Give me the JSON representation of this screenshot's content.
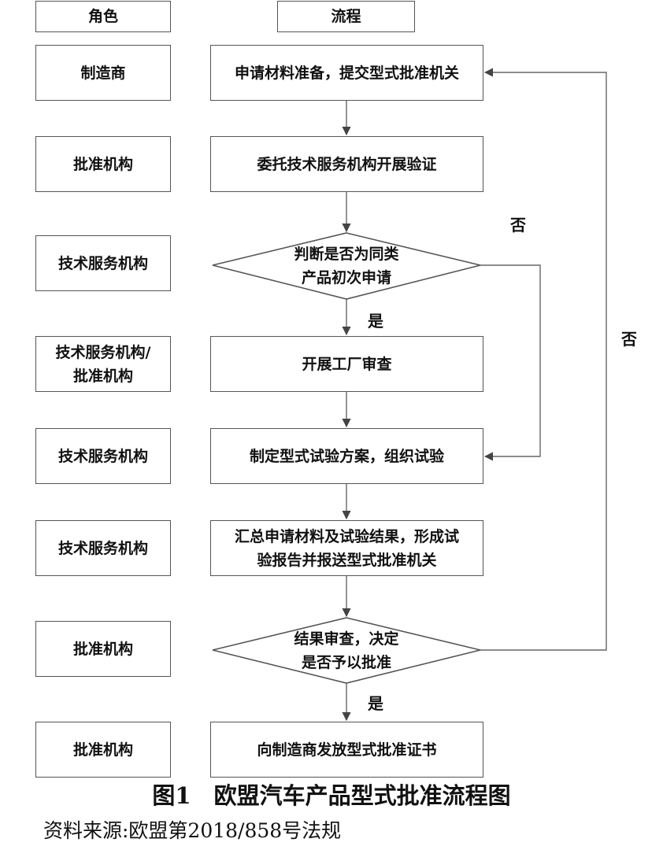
{
  "header": {
    "role": "角色",
    "process": "流程"
  },
  "roles": [
    "制造商",
    "批准机构",
    "技术服务机构",
    "技术服务机构/\n批准机构",
    "技术服务机构",
    "技术服务机构",
    "批准机构",
    "批准机构"
  ],
  "steps": [
    "申请材料准备，提交型式批准机关",
    "委托技术服务机构开展验证",
    "开展工厂审查",
    "制定型式试验方案，组织试验",
    "汇总申请材料及试验结果，形成试\n验报告并报送型式批准机关",
    "向制造商发放型式批准证书"
  ],
  "decisions": [
    "判断是否为同类\n产品初次申请",
    "结果审查，决定\n是否予以批准"
  ],
  "labels": {
    "yes1": "是",
    "no1": "否",
    "yes2": "是",
    "no2": "否"
  },
  "caption": "图1　欧盟汽车产品型式批准流程图",
  "source": "资料来源:欧盟第2018/858号法规"
}
